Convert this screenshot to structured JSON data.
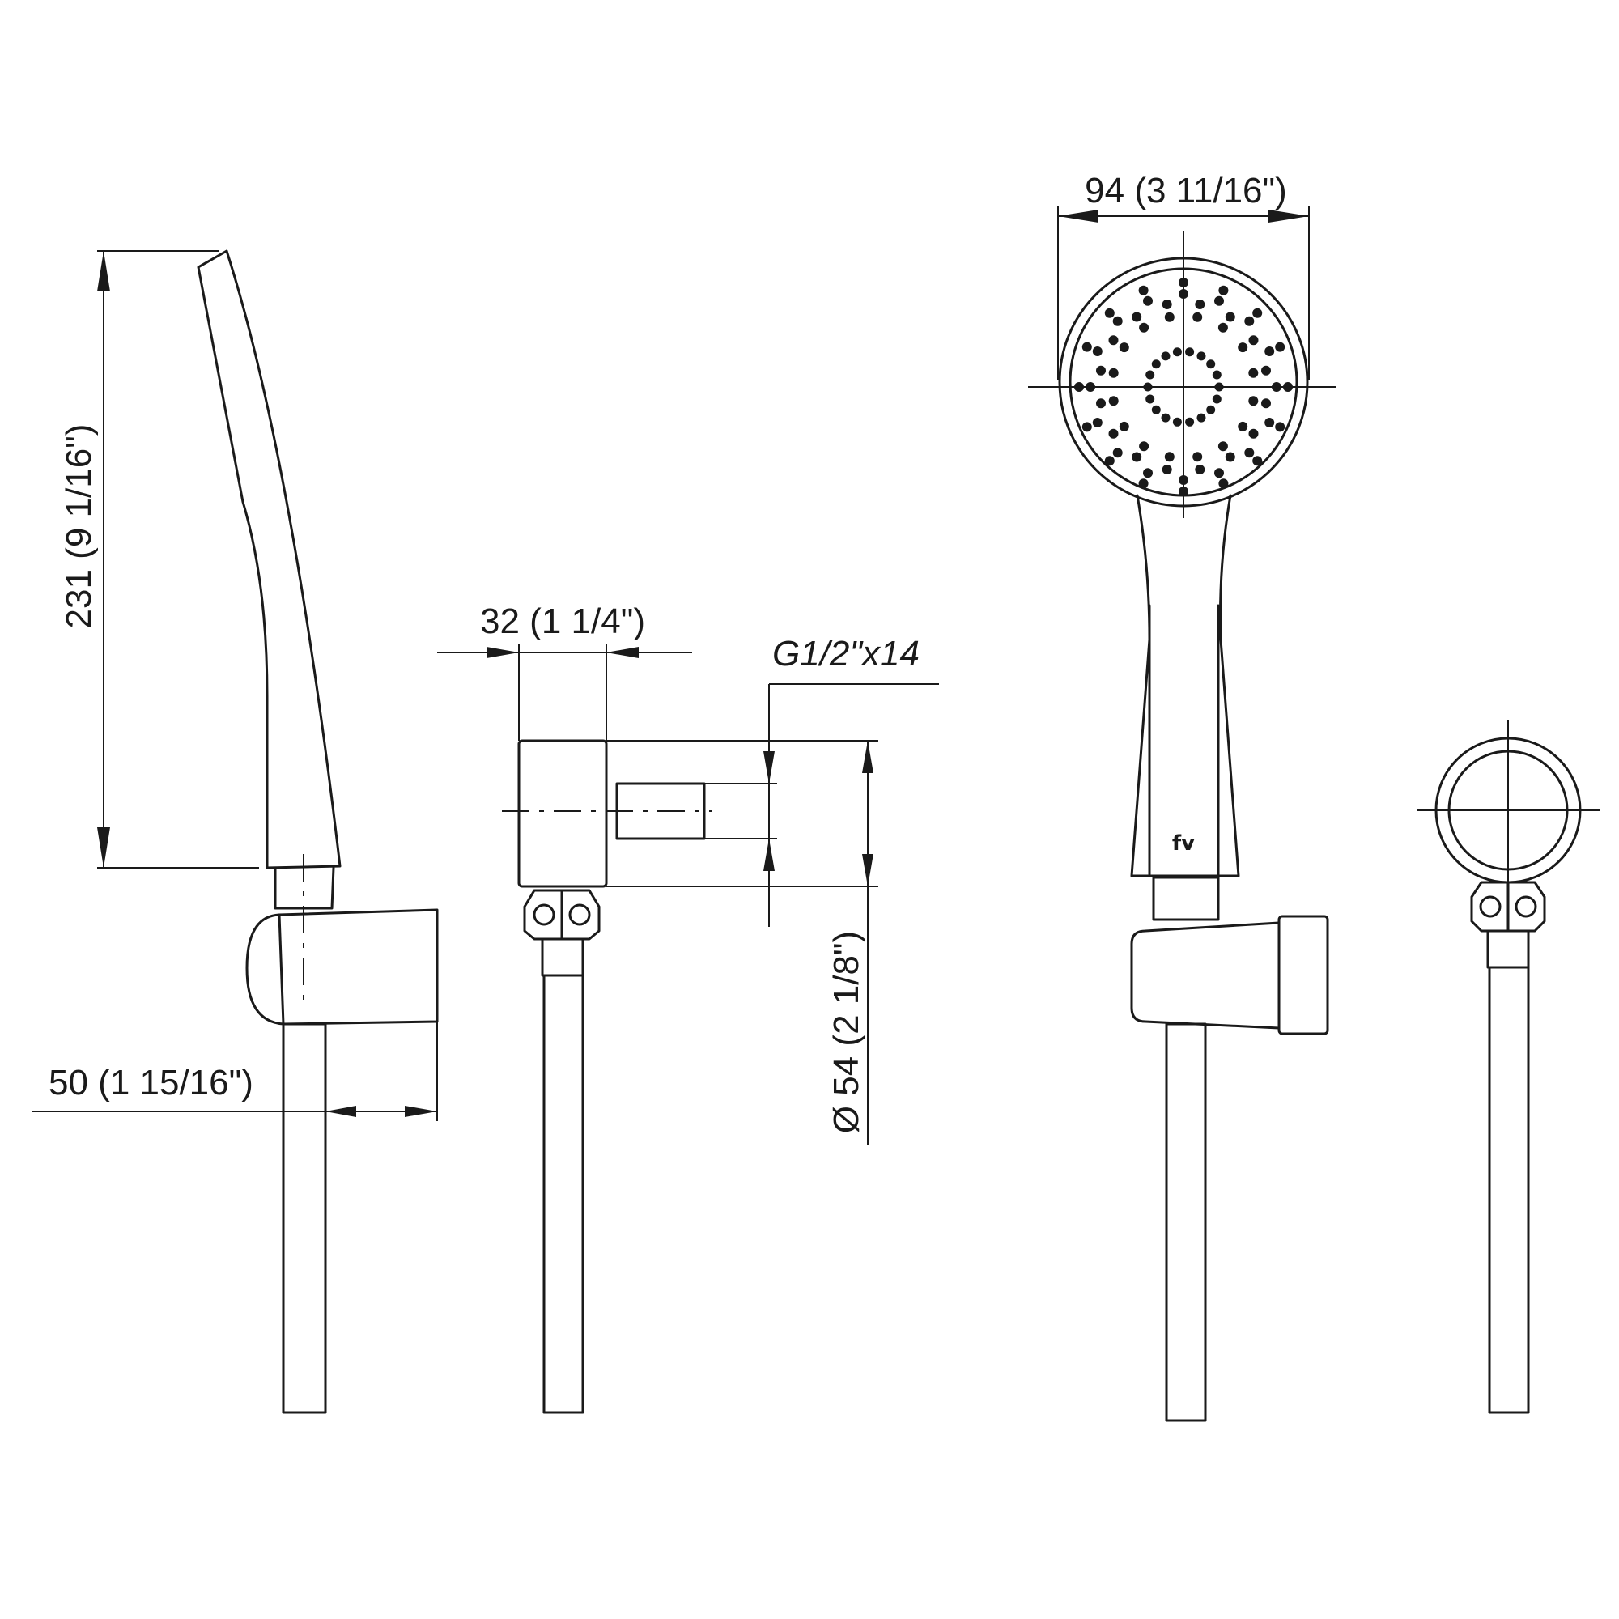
{
  "dimensions": {
    "height": "231 (9 1/16\")",
    "holder_depth": "50 (1 15/16\")",
    "elbow_width": "32 (1 1/4\")",
    "thread": "G1/2\"x14",
    "elbow_diameter": "Ø 54 (2 1/8\")",
    "head_width": "94 (3 11/16\")"
  },
  "logo": "fv",
  "colors": {
    "line": "#1a1a1a",
    "background": "#ffffff"
  }
}
